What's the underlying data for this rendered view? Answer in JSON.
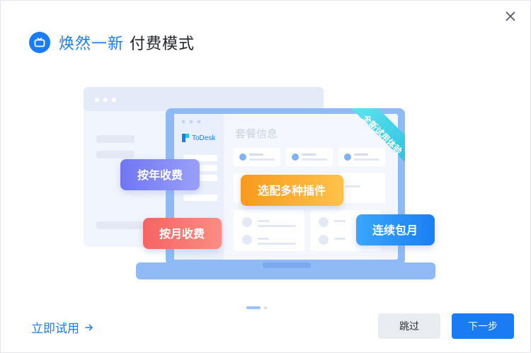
{
  "dialog": {
    "title_accent": "焕然一新",
    "title_main": "付费模式",
    "close_icon": "close-icon",
    "brand_icon": "todesk-round-icon"
  },
  "illustration": {
    "panel_title": "套餐信息",
    "brand_name": "ToDesk",
    "ribbon": "全新试用体验",
    "tags": {
      "yearly": "按年收费",
      "plugins": "选配多种插件",
      "monthly": "按月收费",
      "continuous": "连续包月"
    },
    "colors": {
      "yearly": "#7b7ff5",
      "plugins": "#fba628",
      "monthly": "#f86f6f",
      "continuous": "#1e8bf7",
      "ribbon": "#3dd4e6"
    }
  },
  "pager": {
    "total": 2,
    "active": 1
  },
  "footer": {
    "try_link": "立即试用",
    "skip_button": "跳过",
    "next_button": "下一步"
  }
}
